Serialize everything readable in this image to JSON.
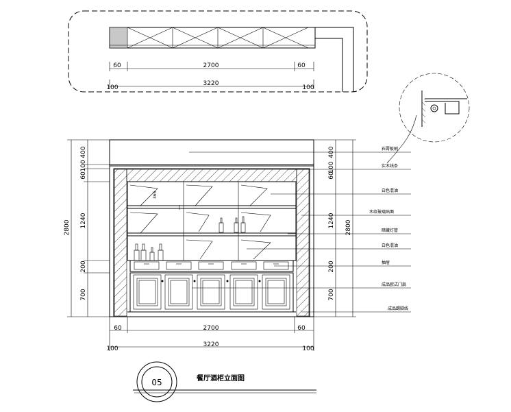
{
  "plan": {
    "dim_inner": [
      "60",
      "2700",
      "60"
    ],
    "dim_outer": [
      "100",
      "3220",
      "100"
    ]
  },
  "elevation": {
    "left_dims": [
      "100",
      "400",
      "60",
      "1240",
      "200",
      "700"
    ],
    "right_dims": [
      "400",
      "100",
      "60",
      "1240",
      "2800",
      "200",
      "700"
    ],
    "total_left": "2800",
    "bottom_inner": [
      "60",
      "2700",
      "60"
    ],
    "bottom_outer": [
      "100",
      "3220",
      "100"
    ],
    "shelf_note": "365"
  },
  "labels": [
    "石膏板刷",
    "实木线条",
    "白色混油",
    "木纹玻璃贴面",
    "暗藏灯管",
    "白色混油",
    "抽屉",
    "成品欧式门扇",
    "成品踢脚线"
  ],
  "title_block": {
    "number": "05",
    "title": "餐厅酒柜立面图"
  }
}
